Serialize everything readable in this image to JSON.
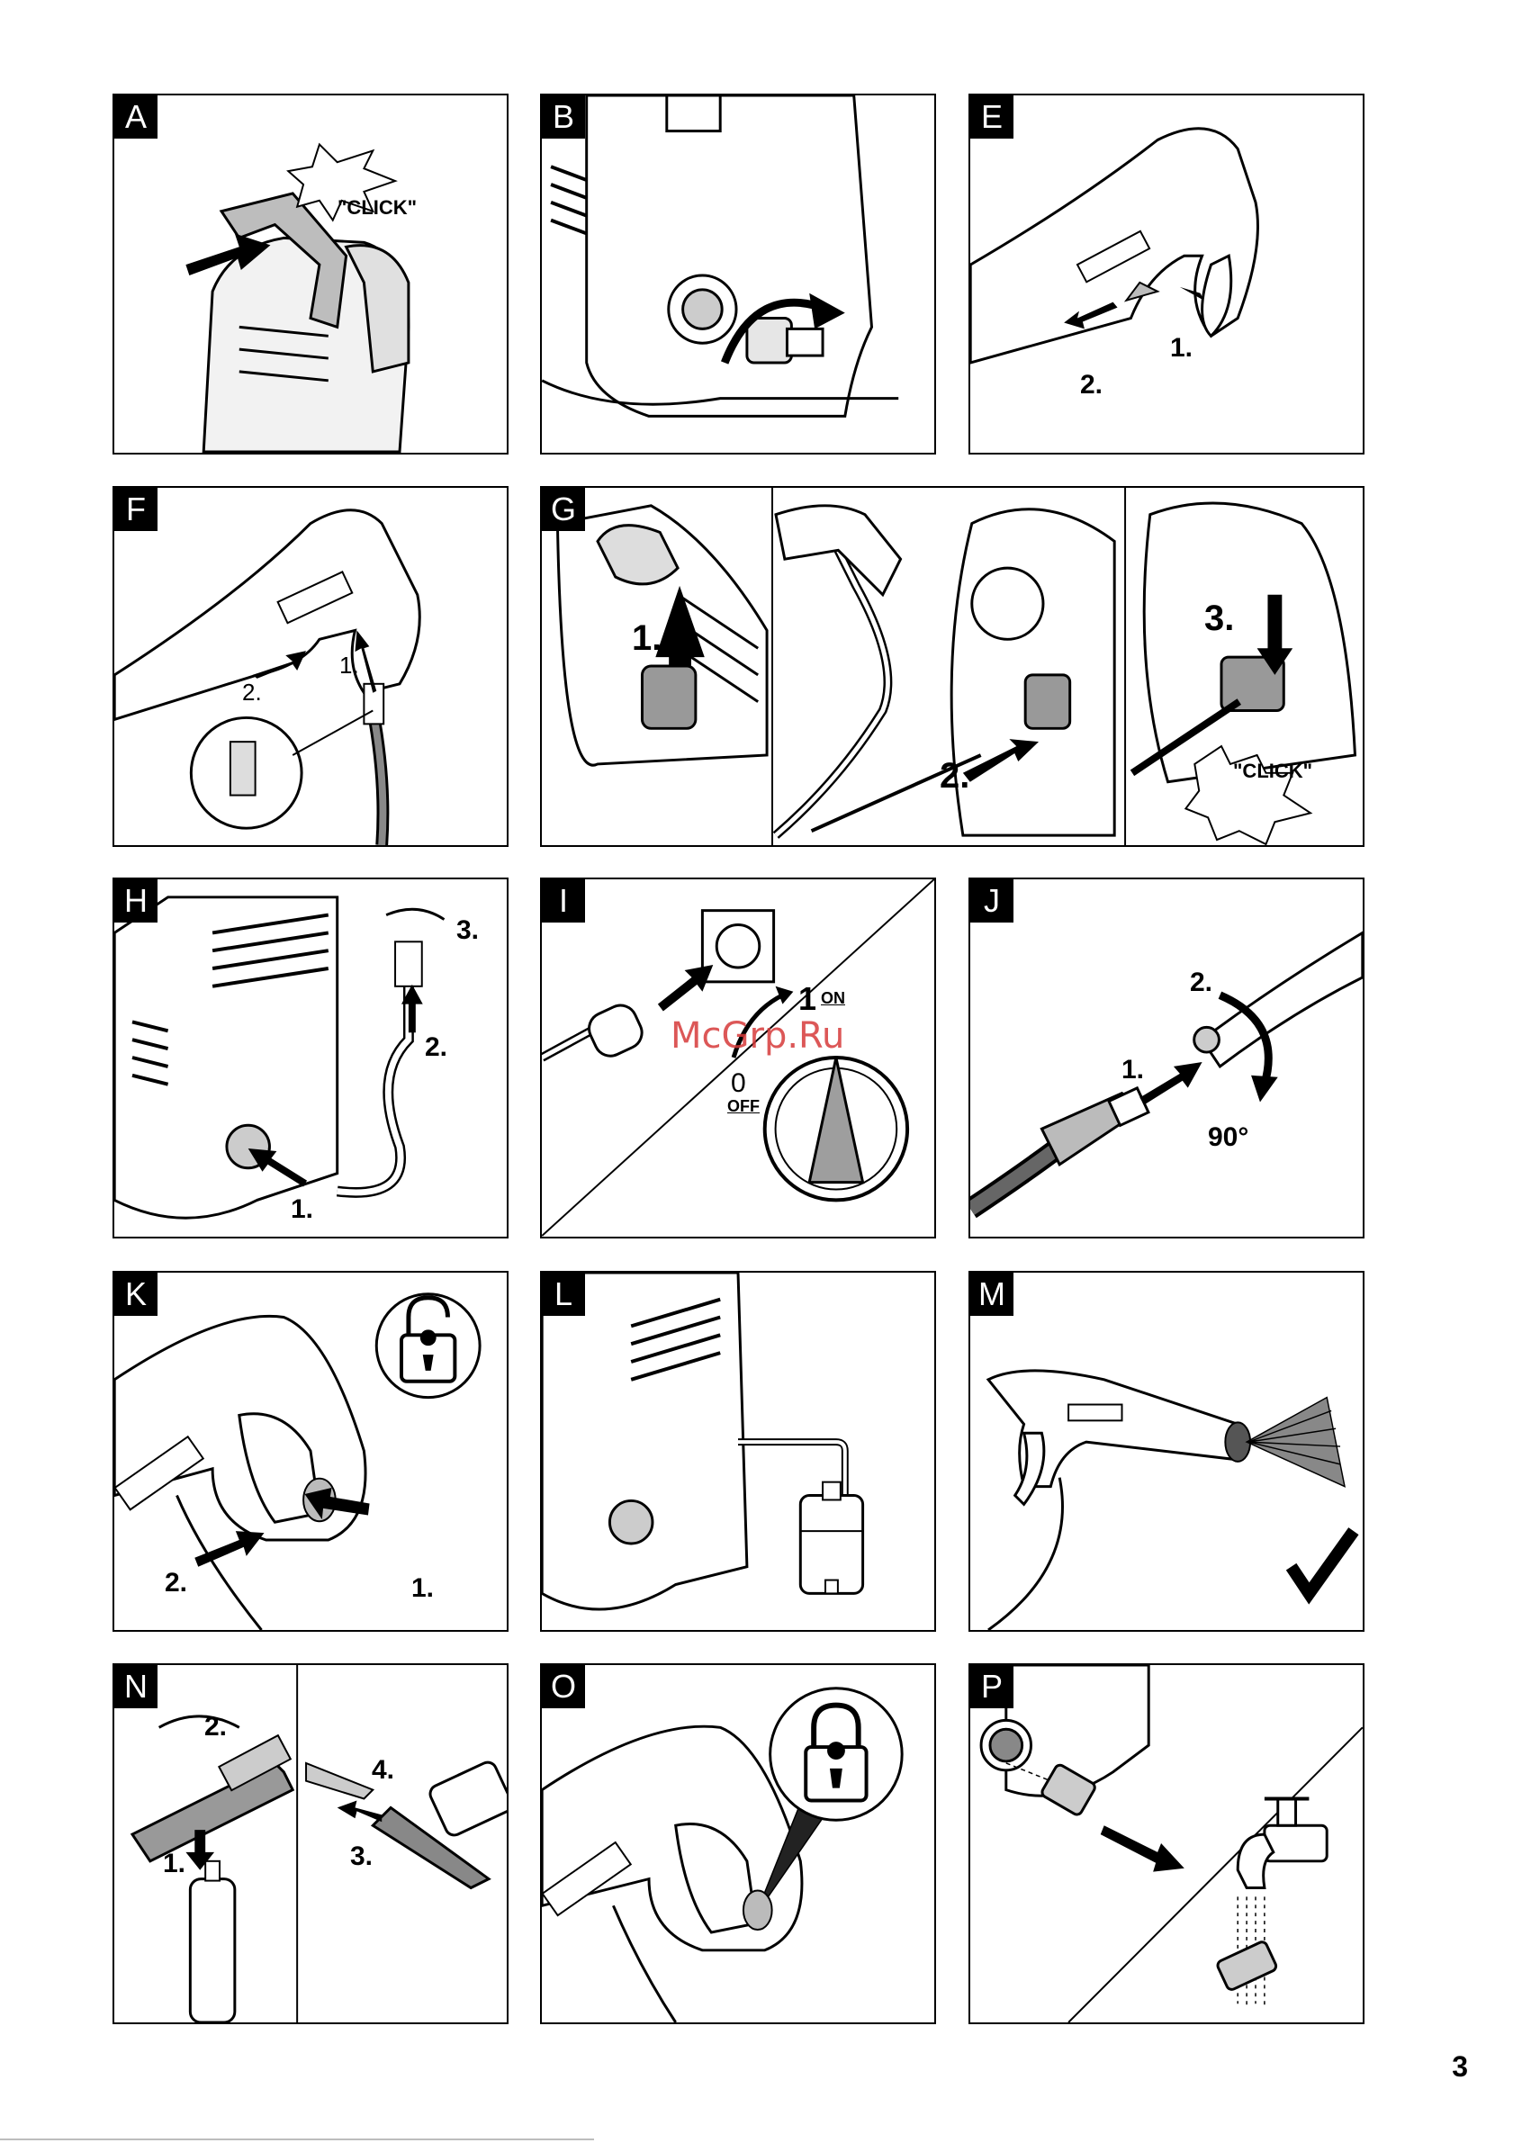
{
  "panels": [
    {
      "id": "A",
      "letter": "A",
      "labels": [],
      "click": "\"CLICK\""
    },
    {
      "id": "B",
      "letter": "B",
      "labels": []
    },
    {
      "id": "E",
      "letter": "E",
      "labels": [
        "1.",
        "2."
      ]
    },
    {
      "id": "F",
      "letter": "F",
      "labels": [
        "2.",
        "1."
      ]
    },
    {
      "id": "G",
      "letter": "G",
      "labels": [
        "1.",
        "2.",
        "3."
      ],
      "click": "\"CLICK\""
    },
    {
      "id": "H",
      "letter": "H",
      "labels": [
        "3.",
        "2.",
        "1."
      ]
    },
    {
      "id": "I",
      "letter": "I",
      "labels": [],
      "switch_on_number": "1",
      "switch_on_text": "ON",
      "switch_off_number": "0",
      "switch_off_text": "OFF"
    },
    {
      "id": "J",
      "letter": "J",
      "labels": [
        "2.",
        "1."
      ],
      "angle": "90°"
    },
    {
      "id": "K",
      "letter": "K",
      "labels": [
        "2.",
        "1."
      ]
    },
    {
      "id": "L",
      "letter": "L",
      "labels": []
    },
    {
      "id": "M",
      "letter": "M",
      "labels": []
    },
    {
      "id": "N",
      "letter": "N",
      "labels": [
        "2.",
        "1.",
        "4.",
        "3."
      ]
    },
    {
      "id": "O",
      "letter": "O",
      "labels": []
    },
    {
      "id": "P",
      "letter": "P",
      "labels": []
    }
  ],
  "watermark": "McGrp.Ru",
  "page_number": "3",
  "icons": [
    "arrow-icon",
    "unlock-icon",
    "lock-icon",
    "checkmark-icon",
    "rotate-icon",
    "wall-socket-icon",
    "power-plug-icon",
    "water-tap-icon"
  ]
}
